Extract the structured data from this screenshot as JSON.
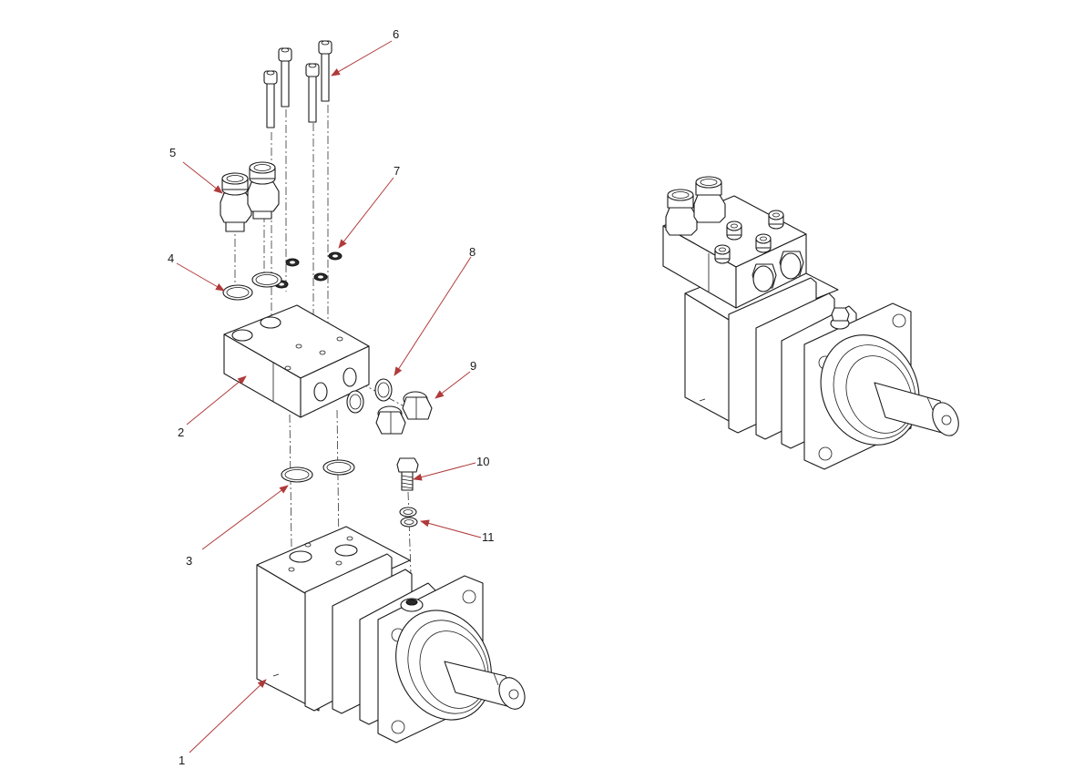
{
  "callouts": [
    {
      "id": "c1",
      "label": "1"
    },
    {
      "id": "c2",
      "label": "2"
    },
    {
      "id": "c3",
      "label": "3"
    },
    {
      "id": "c4",
      "label": "4"
    },
    {
      "id": "c5",
      "label": "5"
    },
    {
      "id": "c6",
      "label": "6"
    },
    {
      "id": "c7",
      "label": "7"
    },
    {
      "id": "c8",
      "label": "8"
    },
    {
      "id": "c9",
      "label": "9"
    },
    {
      "id": "c10",
      "label": "10"
    },
    {
      "id": "c11",
      "label": "11"
    }
  ],
  "colors": {
    "leader": "#b03a3a",
    "line": "#1a1a1a",
    "background": "#ffffff"
  }
}
